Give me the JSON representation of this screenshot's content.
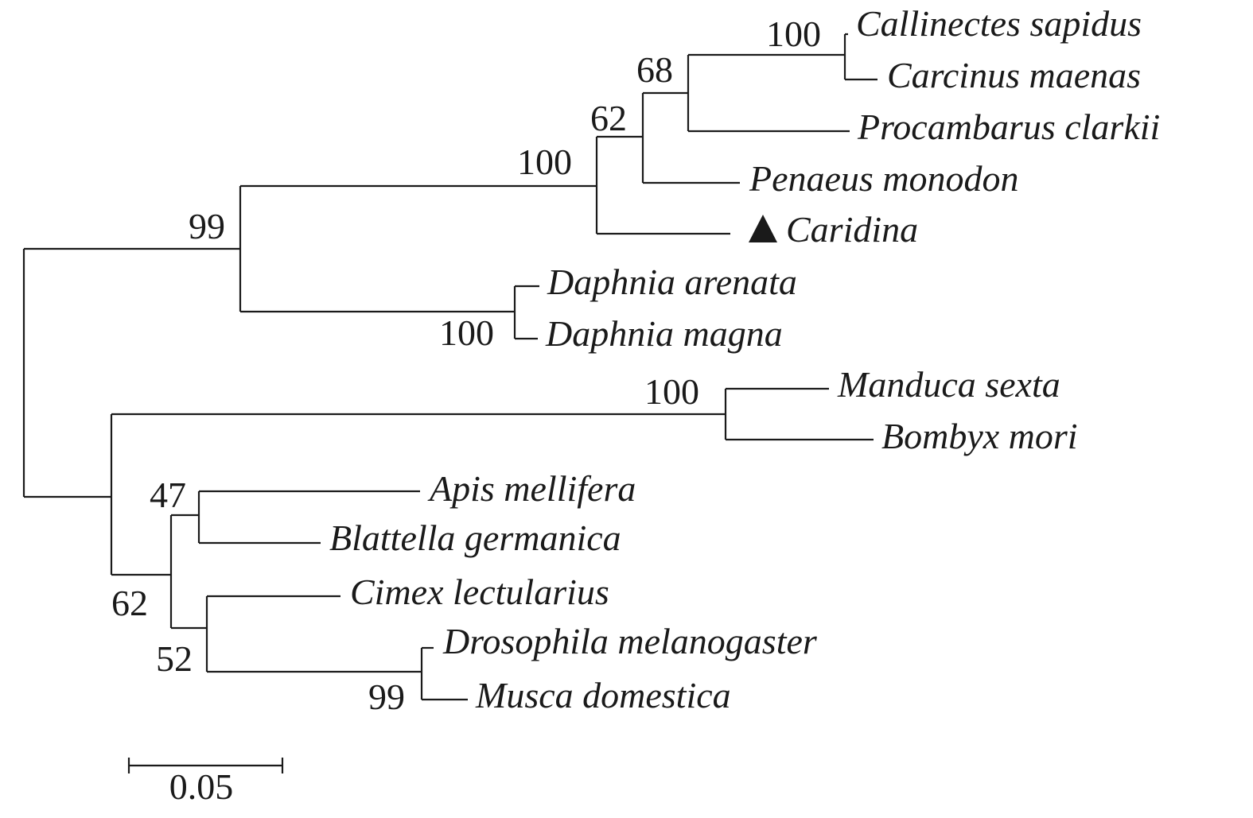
{
  "taxa": {
    "callinectes": "Callinectes sapidus",
    "carcinus": "Carcinus maenas",
    "procambarus": "Procambarus clarkii",
    "penaeus": "Penaeus monodon",
    "caridina": "Caridina",
    "daphnia_arenata": "Daphnia arenata",
    "daphnia_magna": "Daphnia magna",
    "manduca": "Manduca sexta",
    "bombyx": "Bombyx mori",
    "apis": "Apis mellifera",
    "blattella": "Blattella germanica",
    "cimex": "Cimex lectularius",
    "drosophila": "Drosophila melanogaster",
    "musca": "Musca domestica"
  },
  "marker": {
    "caridina": "filled-triangle"
  },
  "bootstrap": {
    "crab": "100",
    "decapod_68": "68",
    "decapod_62": "62",
    "decapod_100": "100",
    "crustacea_99": "99",
    "daphnia": "100",
    "lepidoptera": "100",
    "insect_62": "62",
    "insect_47": "47",
    "insect_52": "52",
    "diptera": "99"
  },
  "scale_bar": {
    "label": "0.05"
  }
}
